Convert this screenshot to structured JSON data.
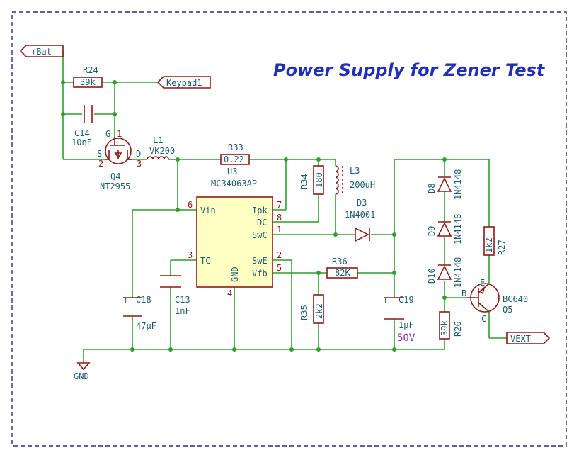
{
  "title": "Power Supply for Zener Test",
  "labels": {
    "bat": "+Bat",
    "keypad": "Keypad1",
    "vext": "VEXT",
    "gnd": "GND"
  },
  "components": {
    "r24": {
      "ref": "R24",
      "value": "39k"
    },
    "c14": {
      "ref": "C14",
      "value": "10nF"
    },
    "q4": {
      "ref": "Q4",
      "value": "NT2955",
      "g": "G",
      "s": "S",
      "d": "D",
      "p1": "1",
      "p2": "2",
      "p3": "3"
    },
    "l1": {
      "ref": "L1",
      "value": "VK200"
    },
    "r33": {
      "ref": "R33",
      "value": "0.22"
    },
    "u3": {
      "ref": "U3",
      "value": "MC34063AP",
      "pins": {
        "vin": "Vin",
        "tc": "TC",
        "gnd": "GND",
        "ipk": "Ipk",
        "dc": "DC",
        "swc": "SwC",
        "swe": "SwE",
        "vfb": "Vfb"
      },
      "nums": {
        "p6": "6",
        "p3": "3",
        "p4": "4",
        "p7": "7",
        "p8": "8",
        "p1": "1",
        "p2": "2",
        "p5": "5"
      }
    },
    "r34": {
      "ref": "R34",
      "value": "180"
    },
    "l3": {
      "ref": "L3",
      "value": "200uH"
    },
    "d3": {
      "ref": "D3",
      "value": "1N4001"
    },
    "r36": {
      "ref": "R36",
      "value": "82K"
    },
    "r35": {
      "ref": "R35",
      "value": "2k2"
    },
    "c18": {
      "ref": "C18",
      "value": "47µF",
      "plus": "+"
    },
    "c13": {
      "ref": "C13",
      "value": "1nF"
    },
    "c19": {
      "ref": "C19",
      "value": "1µF",
      "voltage": "50V",
      "plus": "+"
    },
    "d8": {
      "ref": "D8",
      "value": "1N4148"
    },
    "d9": {
      "ref": "D9",
      "value": "1N4148"
    },
    "d10": {
      "ref": "D10",
      "value": "1N4148"
    },
    "r27": {
      "ref": "R27",
      "value": "1k2"
    },
    "r26": {
      "ref": "R26",
      "value": "39k"
    },
    "q5": {
      "ref": "Q5",
      "value": "BC640",
      "b": "B",
      "c": "C",
      "e": "E"
    }
  },
  "colors": {
    "wire": "#2e9e2e",
    "component": "#8b1a1a",
    "text": "#1e5a6e",
    "title": "#1f2fb8",
    "border": "#2a2a8a"
  }
}
